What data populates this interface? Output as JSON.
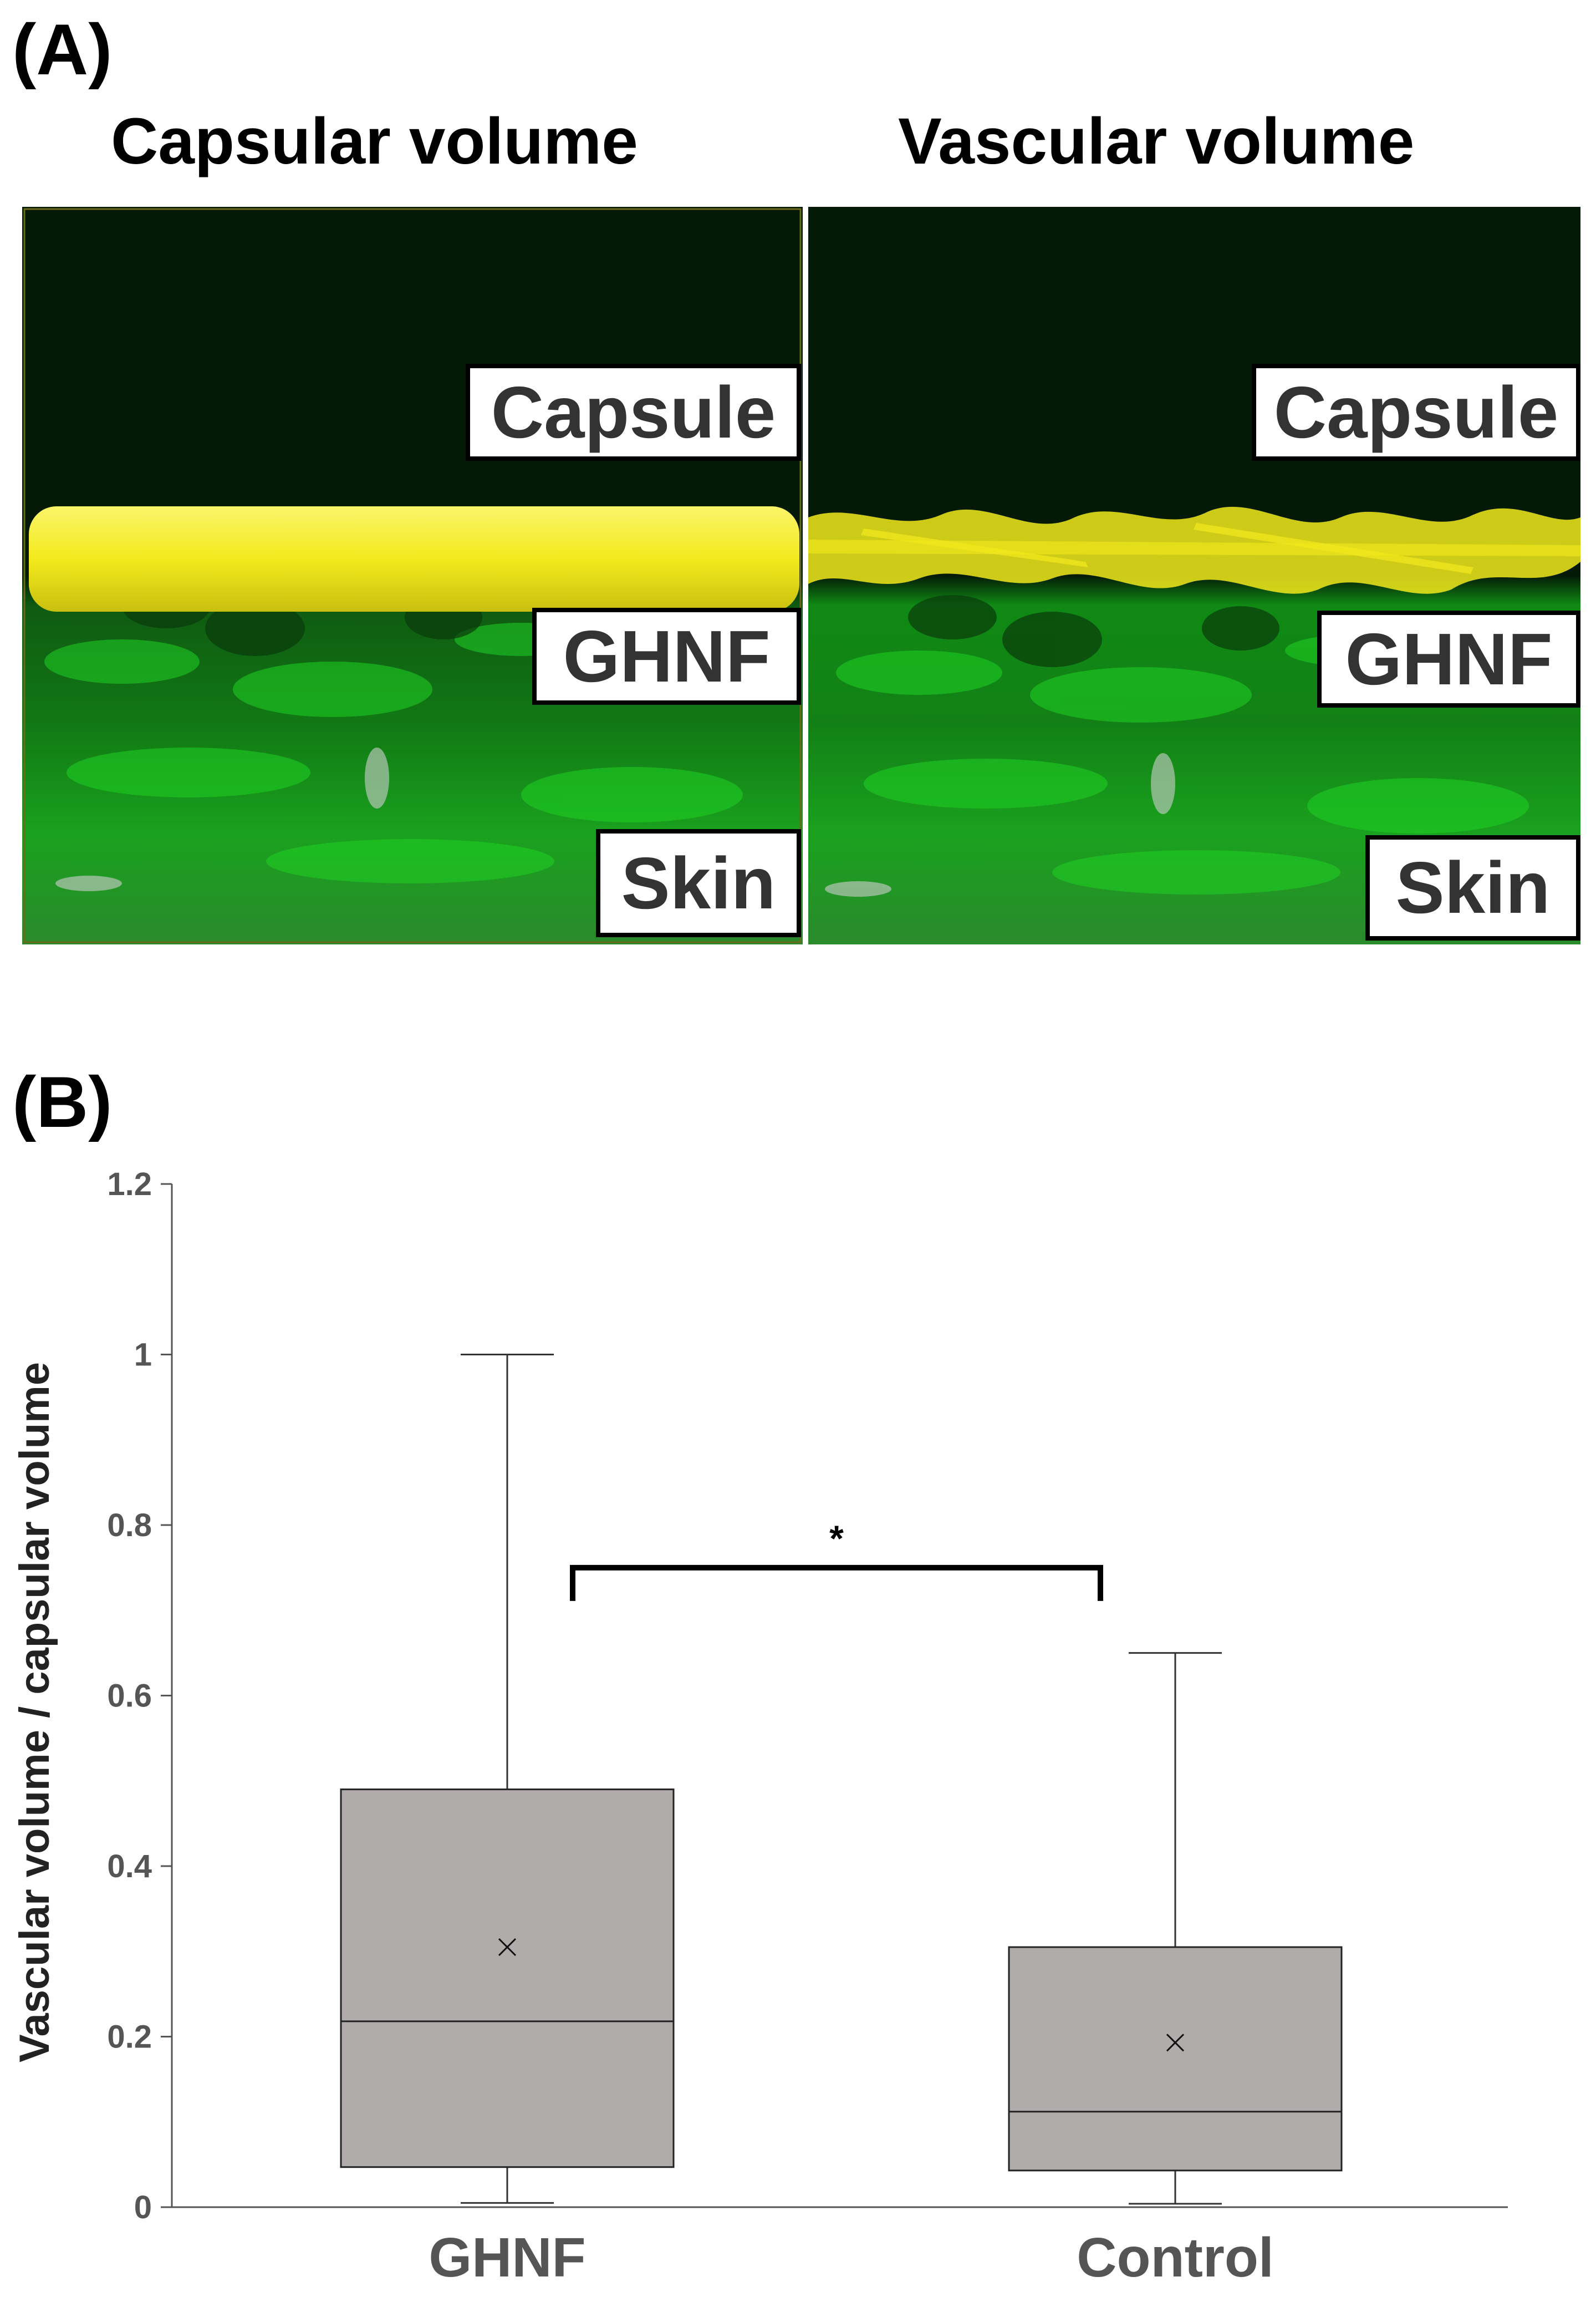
{
  "panel_a": {
    "letter": "(A)",
    "left": {
      "title": "Capsular volume",
      "labels": {
        "capsule": "Capsule",
        "ghnf": "GHNF",
        "skin": "Skin"
      }
    },
    "right": {
      "title": "Vascular volume",
      "labels": {
        "capsule": "Capsule",
        "ghnf": "GHNF",
        "skin": "Skin"
      }
    },
    "colors": {
      "tissue": "#16c21a",
      "highlight": "#f2ea1c",
      "background": "#041a06"
    }
  },
  "panel_b": {
    "letter": "(B)"
  },
  "chart_data": {
    "type": "box",
    "title": "",
    "xlabel": "",
    "ylabel": "Vascular volume / capsular volume",
    "ylim": [
      0,
      1.2
    ],
    "yticks": [
      "0",
      "0.2",
      "0.4",
      "0.6",
      "0.8",
      "1",
      "1.2"
    ],
    "grid": false,
    "categories": [
      "GHNF",
      "Control"
    ],
    "boxes": [
      {
        "category": "GHNF",
        "min": 0.005,
        "q1": 0.047,
        "median": 0.218,
        "q3": 0.49,
        "max": 1.0,
        "mean": 0.305
      },
      {
        "category": "Control",
        "min": 0.004,
        "q1": 0.043,
        "median": 0.112,
        "q3": 0.305,
        "max": 0.65,
        "mean": 0.193
      }
    ],
    "significance": {
      "between": [
        "GHNF",
        "Control"
      ],
      "label": "*",
      "y": 0.75
    },
    "box_color": "#b0acab"
  }
}
